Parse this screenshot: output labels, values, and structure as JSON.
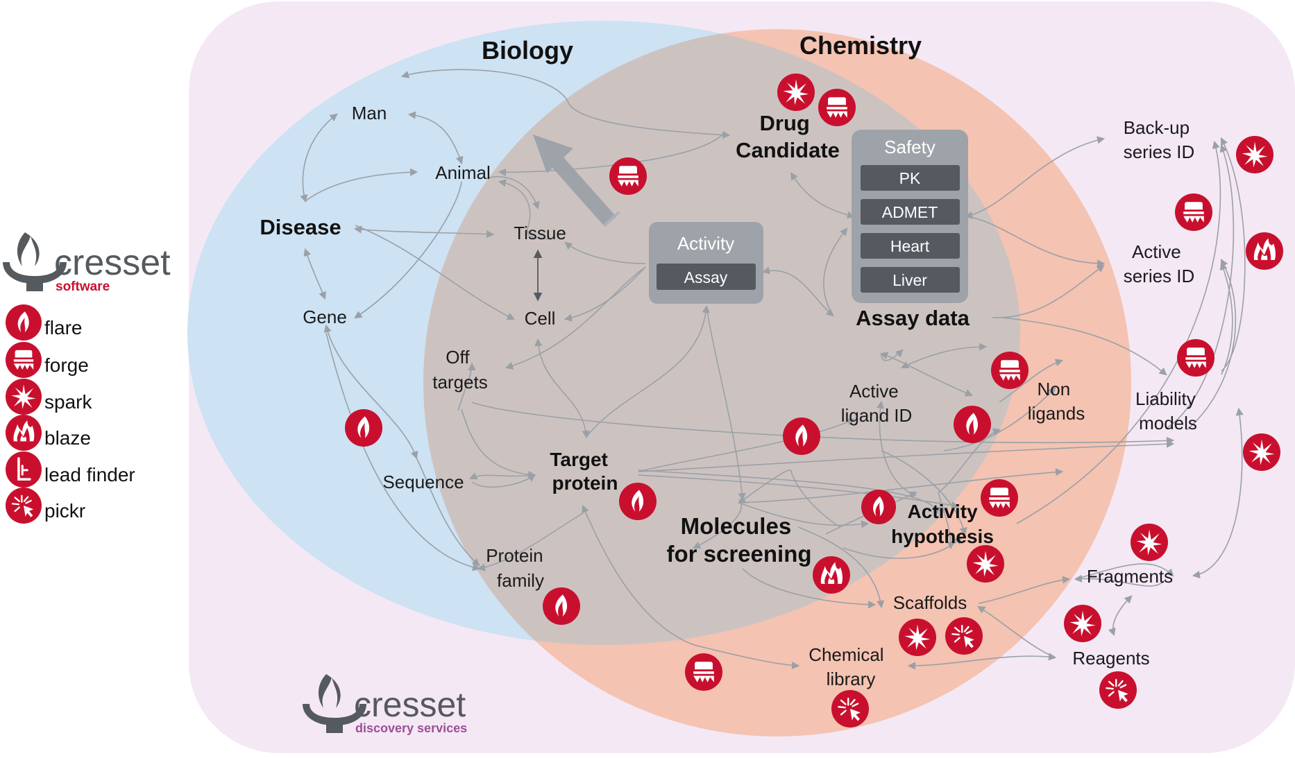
{
  "colors": {
    "background_panel": "#f4e8f5",
    "biology_circle": "#cde2f3",
    "chemistry_circle": "#f4c3b2",
    "overlap": "#ccc3c1",
    "box_fill": "#9ea3a9",
    "box_item": "#555a60",
    "tool_red": "#c8102e",
    "arrow": "#9aa0a6",
    "logo_grey": "#555a5e",
    "software_red": "#c8102e",
    "services_purple": "#9b4f96"
  },
  "logo_software": {
    "word": "cresset",
    "tagline": "software"
  },
  "logo_services": {
    "word": "cresset",
    "tagline": "discovery services"
  },
  "legend": [
    {
      "icon": "flare-icon",
      "label": "flare"
    },
    {
      "icon": "forge-icon",
      "label": "forge"
    },
    {
      "icon": "spark-icon",
      "label": "spark"
    },
    {
      "icon": "blaze-icon",
      "label": "blaze"
    },
    {
      "icon": "lead-finder-icon",
      "label": "lead finder"
    },
    {
      "icon": "pickr-icon",
      "label": "pickr"
    }
  ],
  "regions": {
    "biology": "Biology",
    "chemistry": "Chemistry"
  },
  "nodes": {
    "man": "Man",
    "animal": "Animal",
    "disease": "Disease",
    "tissue": "Tissue",
    "gene": "Gene",
    "cell": "Cell",
    "off_targets": [
      "Off",
      "targets"
    ],
    "sequence": "Sequence",
    "target_protein": [
      "Target",
      "protein"
    ],
    "protein_family": [
      "Protein",
      "family"
    ],
    "molecules": [
      "Molecules",
      "for screening"
    ],
    "drug_candidate": [
      "Drug",
      "Candidate"
    ],
    "assay_data": "Assay data",
    "active_ligand": [
      "Active",
      "ligand ID"
    ],
    "non_ligands": [
      "Non",
      "ligands"
    ],
    "activity_hypothesis": [
      "Activity",
      "hypothesis"
    ],
    "scaffolds": "Scaffolds",
    "chemical_library": [
      "Chemical",
      "library"
    ],
    "backup_series": [
      "Back-up",
      "series ID"
    ],
    "active_series": [
      "Active",
      "series ID"
    ],
    "liability_models": [
      "Liability",
      "models"
    ],
    "fragments": "Fragments",
    "reagents": "Reagents"
  },
  "activity_box": {
    "title": "Activity",
    "items": [
      "Assay"
    ]
  },
  "safety_box": {
    "title": "Safety",
    "items": [
      "PK",
      "ADMET",
      "Heart",
      "Liver"
    ]
  }
}
